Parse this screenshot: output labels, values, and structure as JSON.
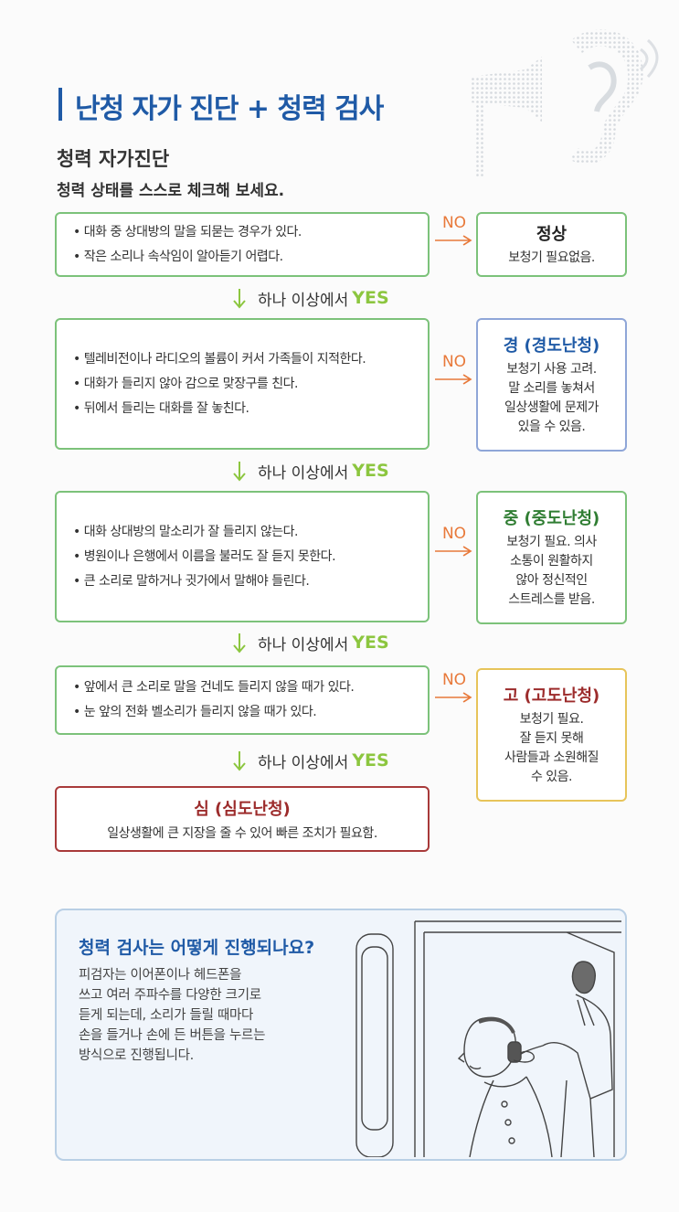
{
  "header": {
    "title": "난청 자가 진단 + 청력 검사",
    "subtitle": "청력 자가진단",
    "instruction": "청력 상태를 스스로 체크해 보세요."
  },
  "colors": {
    "primary_blue": "#1f5aa6",
    "box_green": "#7cc27a",
    "no_orange": "#e8793a",
    "yes_green": "#8cc63f",
    "mild_border": "#8fa6d8",
    "moderate_border": "#7cc27a",
    "severe_border": "#e7c45a",
    "profound_border": "#a83a3a",
    "profound_text": "#9c2b2b"
  },
  "flow": {
    "no_label": "NO",
    "yes_prefix": "하나 이상에서",
    "yes_word": "YES",
    "steps": [
      {
        "questions": [
          "대화 중 상대방의 말을 되묻는 경우가 있다.",
          "작은 소리나 속삭임이 알아듣기 어렵다."
        ],
        "result": {
          "title": "정상",
          "desc": "보청기 필요없음."
        }
      },
      {
        "questions": [
          "텔레비전이나 라디오의 볼륨이 커서 가족들이 지적한다.",
          "대화가 들리지 않아 감으로 맞장구를 친다.",
          "뒤에서 들리는 대화를 잘 놓친다."
        ],
        "result": {
          "title": "경 (경도난청)",
          "desc": "보청기 사용 고려.\n말 소리를 놓쳐서\n일상생활에 문제가\n있을 수 있음."
        }
      },
      {
        "questions": [
          "대화 상대방의 말소리가 잘 들리지 않는다.",
          "병원이나 은행에서 이름을 불러도 잘 듣지 못한다.",
          "큰 소리로 말하거나 귓가에서 말해야 들린다."
        ],
        "result": {
          "title": "중 (중도난청)",
          "desc": "보청기 필요. 의사\n소통이 원활하지\n않아 정신적인\n스트레스를 받음."
        }
      },
      {
        "questions": [
          "앞에서 큰 소리로 말을 건네도 들리지 않을 때가 있다.",
          "눈 앞의 전화 벨소리가 들리지 않을 때가 있다."
        ],
        "result": {
          "title": "고 (고도난청)",
          "desc": "보청기 필요.\n잘 듣지 못해\n사람들과 소원해질\n수 있음."
        }
      }
    ],
    "final": {
      "title": "심 (심도난청)",
      "desc": "일상생활에 큰 지장을 줄 수 있어 빠른 조치가 필요함."
    }
  },
  "test": {
    "title": "청력 검사는 어떻게 진행되나요?",
    "body": "피검자는 이어폰이나 헤드폰을\n쓰고 여러 주파수를 다양한 크기로\n듣게 되는데, 소리가 들릴 때마다\n손을 들거나 손에 든 버튼을 누르는\n방식으로 진행됩니다.",
    "illustration_icon": "hearing-test-booth-illustration"
  },
  "decoration_icon": "ear-with-megaphone-icon"
}
